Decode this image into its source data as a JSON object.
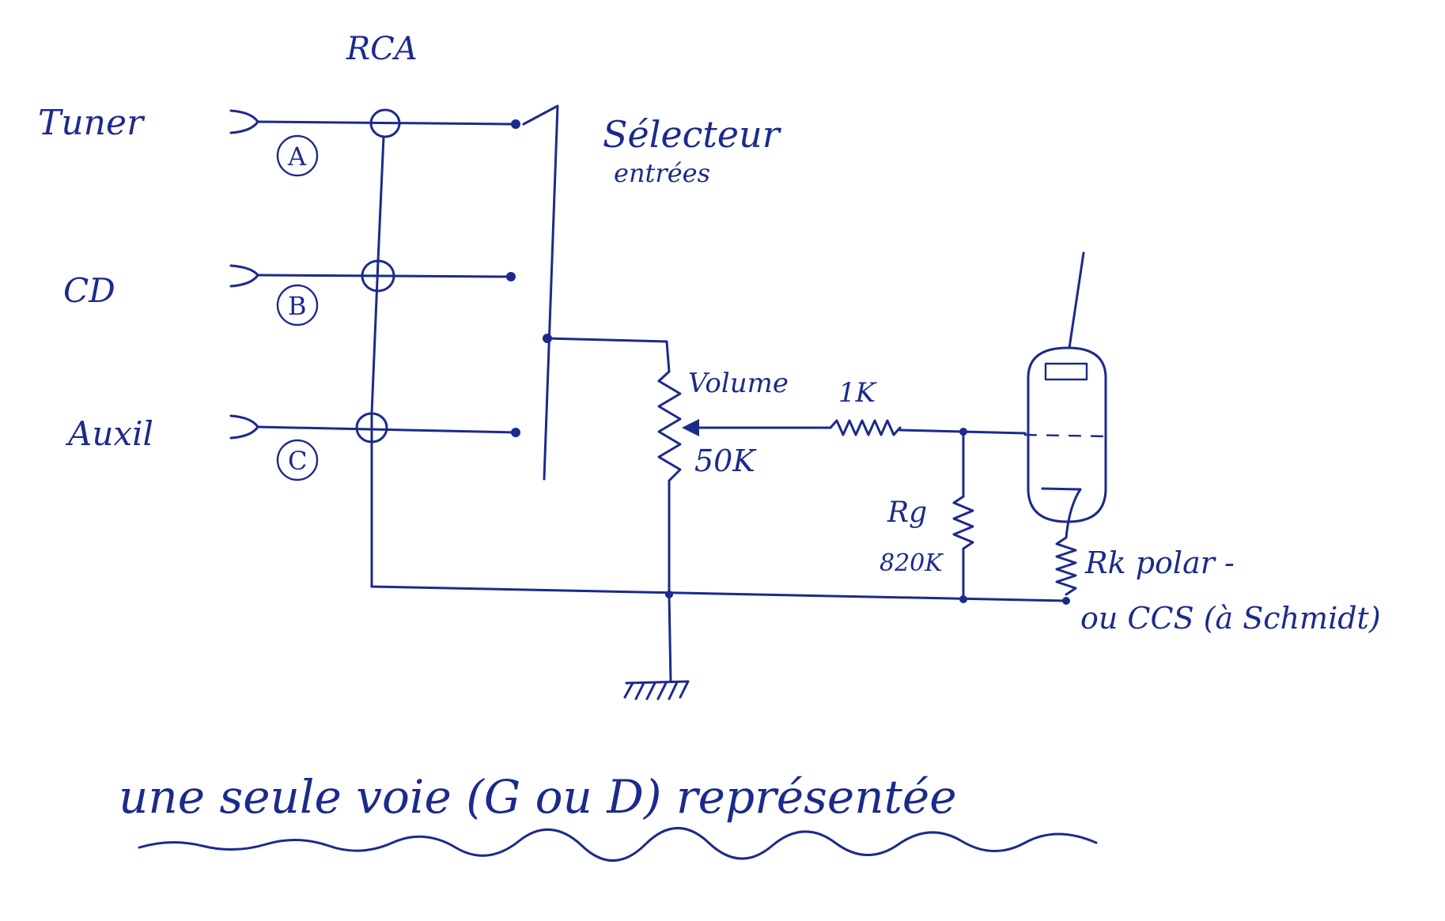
{
  "diagram": {
    "rca_label": "RCA",
    "inputs": [
      {
        "name": "Tuner",
        "letter": "A"
      },
      {
        "name": "CD",
        "letter": "B"
      },
      {
        "name": "Auxil",
        "letter": "C"
      }
    ],
    "selector_label_line1": "Sélecteur",
    "selector_label_line2": "entrées",
    "volume_label": "Volume",
    "volume_value": "50K",
    "series_resistor": "1K",
    "rg_label": "Rg",
    "rg_value": "820K",
    "rk_label_line1": "Rk polar -",
    "rk_label_line2": "ou CCS (à Schmidt)",
    "footer_note": "une seule voie (G ou D) représentée",
    "ink_color": "#1c2a8c"
  }
}
